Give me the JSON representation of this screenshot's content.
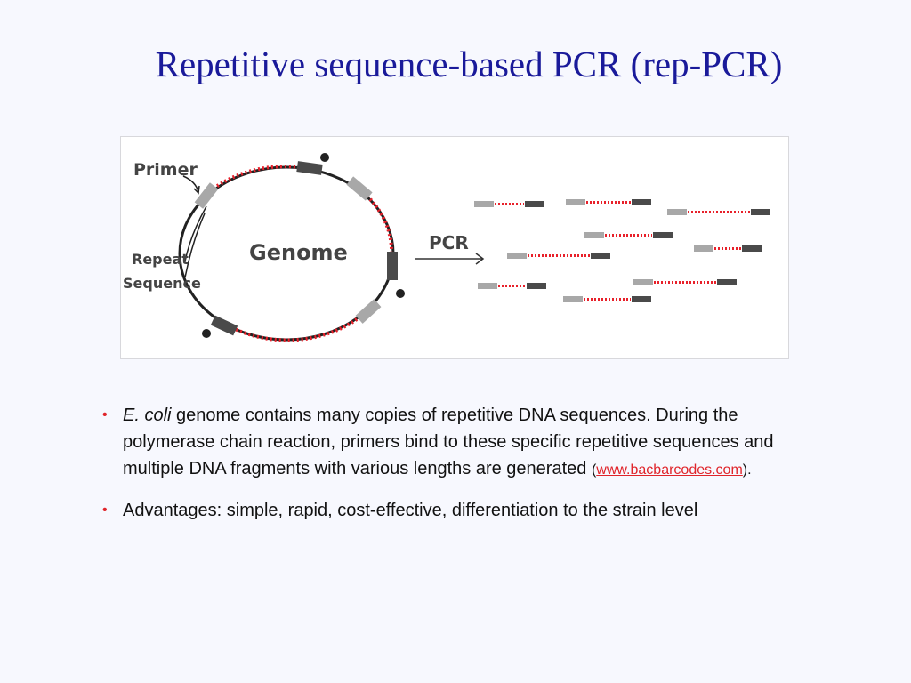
{
  "slide": {
    "title": "Repetitive sequence-based PCR (rep-PCR)"
  },
  "diagram": {
    "primer_label": "Primer",
    "repeat_label_line1": "Repeat",
    "repeat_label_line2": "Sequence",
    "genome_label": "Genome",
    "pcr_label": "PCR"
  },
  "bullets": [
    {
      "species": "E. coli",
      "text_before_link": " genome contains many copies of repetitive DNA sequences. During the polymerase chain reaction, primers bind to these specific repetitive sequences and multiple DNA fragments with various lengths are generated ",
      "paren_open": "(",
      "link_text": "www.bacbarcodes.com",
      "paren_close": ").",
      "bullet_glyph": "•"
    },
    {
      "text": "Advantages: simple, rapid, cost-effective, differentiation to the strain level",
      "bullet_glyph": "•"
    }
  ],
  "colors": {
    "title": "#1a1a9a",
    "bullet": "#e0242a",
    "link": "#e0242a",
    "primer_dots": "#e8202a",
    "repeat_dark": "#4a4a4a",
    "repeat_light": "#a8a8a8"
  }
}
